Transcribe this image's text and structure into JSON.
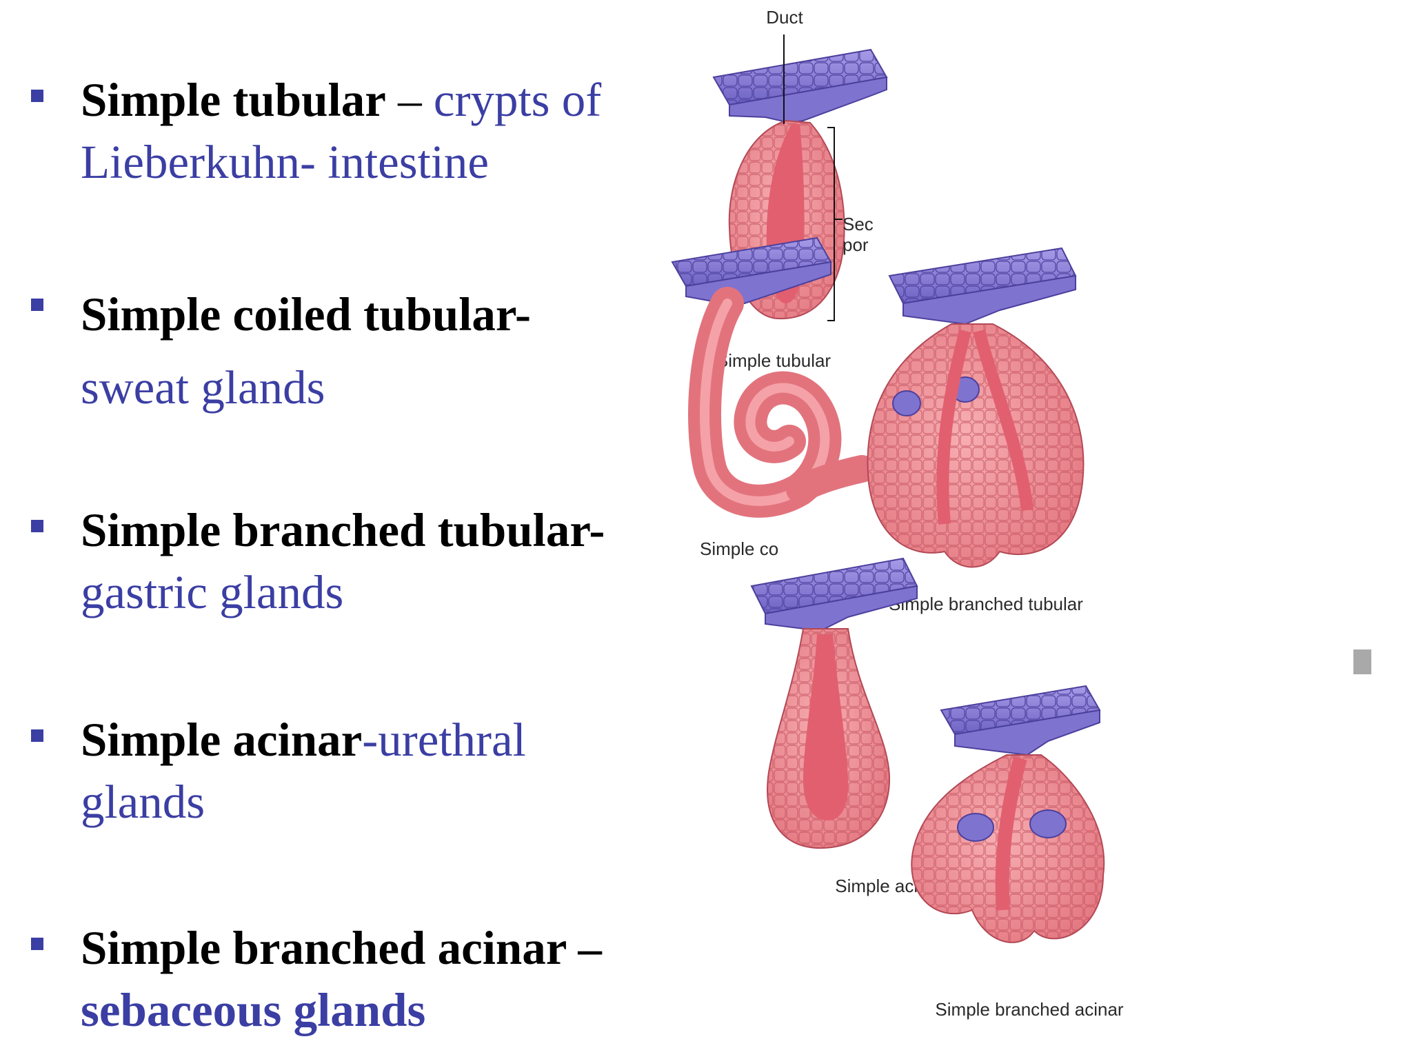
{
  "bullets": [
    {
      "term": "Simple tubular",
      "sep": " – ",
      "example": "crypts of Lieberkuhn- intestine"
    },
    {
      "term": "Simple coiled tubular-",
      "sep": "",
      "example": "sweat glands"
    },
    {
      "term": "Simple branched tubular-",
      "sep": "",
      "example": "gastric glands"
    },
    {
      "term": "Simple acinar",
      "sep": "",
      "example": "-urethral glands"
    },
    {
      "term": "Simple branched acinar –",
      "sep": "",
      "example": "sebaceous glands"
    }
  ],
  "figure": {
    "duct_label": "Duct",
    "secretory_label_line1": "Sec",
    "secretory_label_line2": "por",
    "simple_tubular": "Simple tubular",
    "simple_coiled": "Simple co",
    "simple_branched_tubular": "Simple branched tubular",
    "simple_acinar": "Simple acinar",
    "simple_branched_acinar": "Simple branched acinar"
  },
  "colors": {
    "bullet": "#3b3ea3",
    "term": "#000000",
    "example": "#3b3ea3",
    "epithelium": "#8a7fd6",
    "gland": "#f08a90",
    "lumen": "#e96676"
  }
}
